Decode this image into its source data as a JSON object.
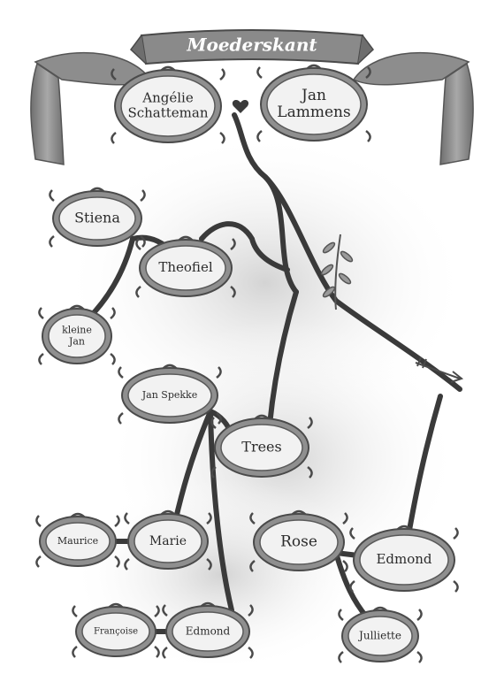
{
  "banner": {
    "title": "Moederskant"
  },
  "people": [
    {
      "id": "angelie",
      "lines": [
        "Angélie",
        "Schatteman"
      ]
    },
    {
      "id": "jan-lammens",
      "lines": [
        "Jan",
        "Lammens"
      ]
    },
    {
      "id": "stiena",
      "lines": [
        "Stiena"
      ]
    },
    {
      "id": "theofiel",
      "lines": [
        "Theofiel"
      ]
    },
    {
      "id": "kleine-jan",
      "lines": [
        "kleine",
        "Jan"
      ]
    },
    {
      "id": "jan-spekke",
      "lines": [
        "Jan Spekke"
      ]
    },
    {
      "id": "trees",
      "lines": [
        "Trees"
      ]
    },
    {
      "id": "maurice",
      "lines": [
        "Maurice"
      ]
    },
    {
      "id": "marie",
      "lines": [
        "Marie"
      ]
    },
    {
      "id": "rose",
      "lines": [
        "Rose"
      ]
    },
    {
      "id": "edmond-right",
      "lines": [
        "Edmond"
      ]
    },
    {
      "id": "francoise",
      "lines": [
        "Françoise"
      ]
    },
    {
      "id": "edmond-left",
      "lines": [
        "Edmond"
      ]
    },
    {
      "id": "juliette",
      "lines": [
        "Julliette"
      ]
    }
  ],
  "colors": {
    "branch": "#3a3a3a",
    "frame": "#4a4a4a",
    "frame_fill": "#f2f2f2",
    "banner": "#8a8a8a",
    "curtain": "#9a9a9a",
    "wash": "#d6d6d6"
  }
}
